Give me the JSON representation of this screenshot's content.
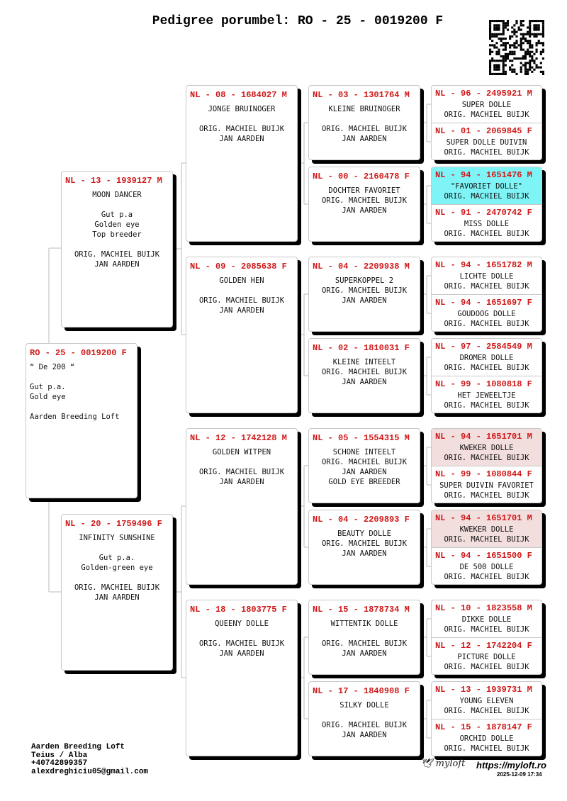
{
  "title": "Pedigree porumbel: RO - 25 - 0019200 F",
  "subject": {
    "ring": "RO - 25 - 0019200 F",
    "lines": [
      "“ De 200 “",
      "",
      "Gut p.a.",
      "Gold eye",
      "",
      "Aarden Breeding Loft"
    ]
  },
  "gen1": [
    {
      "ring": "NL - 13 - 1939127 M",
      "lines": [
        "MOON DANCER",
        "",
        "Gut p.a",
        "Golden eye",
        "Top breeder",
        "",
        "ORIG. MACHIEL BUIJK",
        "JAN AARDEN"
      ]
    },
    {
      "ring": "NL - 20 - 1759496 F",
      "lines": [
        "INFINITY SUNSHINE",
        "",
        "Gut p.a.",
        "Golden-green eye",
        "",
        "ORIG. MACHIEL BUIJK",
        "JAN AARDEN"
      ]
    }
  ],
  "gen2": [
    {
      "ring": "NL - 08 - 1684027 M",
      "lines": [
        "JONGE BRUINOGER",
        "",
        "ORIG. MACHIEL BUIJK",
        "JAN AARDEN"
      ]
    },
    {
      "ring": "NL - 09 - 2085638 F",
      "lines": [
        "GOLDEN HEN",
        "",
        "ORIG. MACHIEL BUIJK",
        "JAN AARDEN"
      ]
    },
    {
      "ring": "NL - 12 - 1742128 M",
      "lines": [
        "GOLDEN WITPEN",
        "",
        "ORIG. MACHIEL BUIJK",
        "JAN AARDEN"
      ]
    },
    {
      "ring": "NL - 18 - 1803775 F",
      "lines": [
        "QUEENY DOLLE",
        "",
        "ORIG. MACHIEL BUIJK",
        "JAN AARDEN"
      ]
    }
  ],
  "gen3": [
    {
      "ring": "NL - 03 - 1301764 M",
      "lines": [
        "KLEINE BRUINOGER",
        "",
        "ORIG. MACHIEL BUIJK",
        "JAN AARDEN"
      ]
    },
    {
      "ring": "NL - 00 - 2160478 F",
      "lines": [
        "DOCHTER FAVORIET",
        "ORIG. MACHIEL BUIJK",
        "JAN AARDEN"
      ]
    },
    {
      "ring": "NL - 04 - 2209938 M",
      "lines": [
        "SUPERKOPPEL 2",
        "ORIG. MACHIEL BUIJK",
        "JAN AARDEN"
      ]
    },
    {
      "ring": "NL - 02 - 1810031 F",
      "lines": [
        "KLEINE INTEELT",
        "ORIG. MACHIEL BUIJK",
        "JAN AARDEN"
      ]
    },
    {
      "ring": "NL - 05 - 1554315 M",
      "lines": [
        "SCHONE INTEELT",
        "ORIG. MACHIEL BUIJK",
        "JAN AARDEN",
        "GOLD EYE BREEDER"
      ]
    },
    {
      "ring": "NL - 04 - 2209893 F",
      "lines": [
        "BEAUTY DOLLE",
        "ORIG. MACHIEL BUIJK",
        "JAN AARDEN"
      ]
    },
    {
      "ring": "NL - 15 - 1878734 M",
      "lines": [
        "WITTENTIK DOLLE",
        "",
        "ORIG. MACHIEL BUIJK",
        "JAN AARDEN"
      ]
    },
    {
      "ring": "NL - 17 - 1840908 F",
      "lines": [
        "SILKY DOLLE",
        "",
        "ORIG. MACHIEL BUIJK",
        "JAN AARDEN"
      ]
    }
  ],
  "gen4": [
    {
      "ring": "NL - 96 - 2495921 M",
      "lines": [
        "SUPER DOLLE",
        "ORIG. MACHIEL BUIJK"
      ]
    },
    {
      "ring": "NL - 01 - 2069845 F",
      "lines": [
        "SUPER DOLLE DUIVIN",
        "ORIG. MACHIEL BUIJK"
      ]
    },
    {
      "ring": "NL - 94 - 1651476 M",
      "lines": [
        "\"FAVORIET DOLLE\"",
        "ORIG. MACHIEL BUIJK"
      ],
      "highlight": "#7ff4f7"
    },
    {
      "ring": "NL - 91 - 2470742 F",
      "lines": [
        "MISS DOLLE",
        "ORIG. MACHIEL BUIJK"
      ]
    },
    {
      "ring": "NL - 94 - 1651782 M",
      "lines": [
        "LICHTE DOLLE",
        "ORIG. MACHIEL BUIJK"
      ]
    },
    {
      "ring": "NL - 94 - 1651697 F",
      "lines": [
        "GOUDOOG DOLLE",
        "ORIG. MACHIEL BUIJK"
      ]
    },
    {
      "ring": "NL - 97 - 2584549 M",
      "lines": [
        "DROMER DOLLE",
        "ORIG. MACHIEL BUIJK"
      ]
    },
    {
      "ring": "NL - 99 - 1080818 F",
      "lines": [
        "HET JEWEELTJE",
        "ORIG. MACHIEL BUIJK"
      ]
    },
    {
      "ring": "NL - 94 - 1651701 M",
      "lines": [
        "KWEKER DOLLE",
        "ORIG. MACHIEL BUIJK"
      ],
      "highlight": "#f3dede"
    },
    {
      "ring": "NL - 99 - 1080844 F",
      "lines": [
        "SUPER DUIVIN FAVORIET",
        "ORIG. MACHIEL BUIJK"
      ]
    },
    {
      "ring": "NL - 94 - 1651701 M",
      "lines": [
        "KWEKER DOLLE",
        "ORIG. MACHIEL BUIJK"
      ],
      "highlight": "#f3dede"
    },
    {
      "ring": "NL - 94 - 1651500 F",
      "lines": [
        "DE 500 DOLLE",
        "ORIG. MACHIEL BUIJK"
      ]
    },
    {
      "ring": "NL - 10 - 1823558 M",
      "lines": [
        "DIKKE DOLLE",
        "ORIG. MACHIEL BUIJK"
      ]
    },
    {
      "ring": "NL - 12 - 1742204 F",
      "lines": [
        "PICTURE DOLLE",
        "ORIG. MACHIEL BUIJK"
      ]
    },
    {
      "ring": "NL - 13 - 1939731 M",
      "lines": [
        "YOUNG ELEVEN",
        "ORIG. MACHIEL BUIJK"
      ]
    },
    {
      "ring": "NL - 15 - 1878147 F",
      "lines": [
        "ORCHID DOLLE",
        "ORIG. MACHIEL BUIJK"
      ]
    }
  ],
  "footer": {
    "loft": "Aarden Breeding Loft",
    "location": "Teius / Alba",
    "phone": "+40742899357",
    "email": "alexdreghiciu05@gmail.com",
    "brand": "myloft",
    "url": "https://myloft.ro",
    "date": "2025-12-09 17:34"
  },
  "icons": {
    "qr": "qr-code-icon",
    "logo": "myloft-bird-logo"
  }
}
